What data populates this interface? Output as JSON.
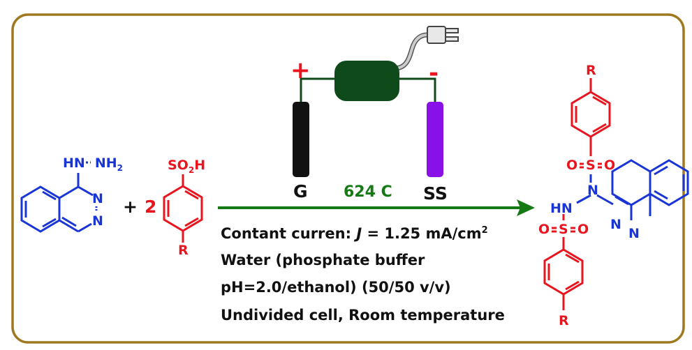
{
  "colors": {
    "frame": "#a07820",
    "reactant_blue": "#1a35d6",
    "reagent_red": "#e8141e",
    "arrow_green": "#157a15",
    "power_box": "#0f4a1a",
    "anode": "#111111",
    "cathode": "#8a10e8"
  },
  "electrolysis": {
    "anode_sign": "+",
    "cathode_sign": "-",
    "anode_label": "G",
    "cathode_label": "SS",
    "charge": "624 C",
    "icon": "power-plug-icon"
  },
  "reactant": {
    "hydrazine_hn": "HN",
    "hydrazine_nh2": "NH",
    "hydrazine_sub": "2",
    "ring_n": "N"
  },
  "plus": "+",
  "coefficient": "2",
  "reagent": {
    "so_text": "SO",
    "so_sub": "2",
    "so_h": "H",
    "r": "R"
  },
  "product": {
    "r_top": "R",
    "r_bottom": "R",
    "sulfonyl_o": "O",
    "sulfonyl_s": "S",
    "n_label": "N",
    "hn_label": "HN",
    "ring_n": "N"
  },
  "conditions": {
    "line1_pre": "Contant curren: ",
    "line1_j": "J",
    "line1_eq": " = 1.25 mA/cm",
    "line1_sup": "2",
    "line2": "Water (phosphate buffer",
    "line3": "pH=2.0/ethanol) (50/50 v/v)",
    "line4": "Undivided cell, Room temperature"
  }
}
